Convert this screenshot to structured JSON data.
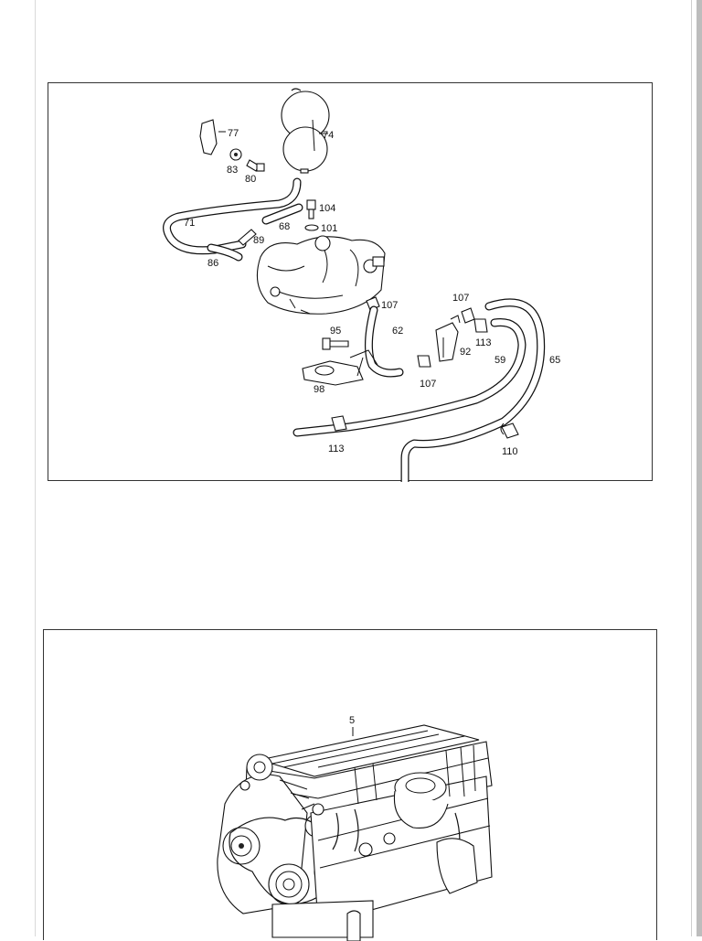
{
  "diagram_top": {
    "callouts": [
      {
        "id": "c77",
        "text": "77"
      },
      {
        "id": "c74",
        "text": "74"
      },
      {
        "id": "c83",
        "text": "83"
      },
      {
        "id": "c80",
        "text": "80"
      },
      {
        "id": "c71",
        "text": "71"
      },
      {
        "id": "c104",
        "text": "104"
      },
      {
        "id": "c68",
        "text": "68"
      },
      {
        "id": "c101",
        "text": "101"
      },
      {
        "id": "c89",
        "text": "89"
      },
      {
        "id": "c86",
        "text": "86"
      },
      {
        "id": "c107a",
        "text": "107"
      },
      {
        "id": "c107b",
        "text": "107"
      },
      {
        "id": "c62",
        "text": "62"
      },
      {
        "id": "c113a",
        "text": "113"
      },
      {
        "id": "c95",
        "text": "95"
      },
      {
        "id": "c92",
        "text": "92"
      },
      {
        "id": "c59",
        "text": "59"
      },
      {
        "id": "c65",
        "text": "65"
      },
      {
        "id": "c98",
        "text": "98"
      },
      {
        "id": "c107c",
        "text": "107"
      },
      {
        "id": "c113b",
        "text": "113"
      },
      {
        "id": "c110",
        "text": "110"
      }
    ]
  },
  "diagram_bottom": {
    "callouts": [
      {
        "id": "c5",
        "text": "5"
      }
    ]
  }
}
